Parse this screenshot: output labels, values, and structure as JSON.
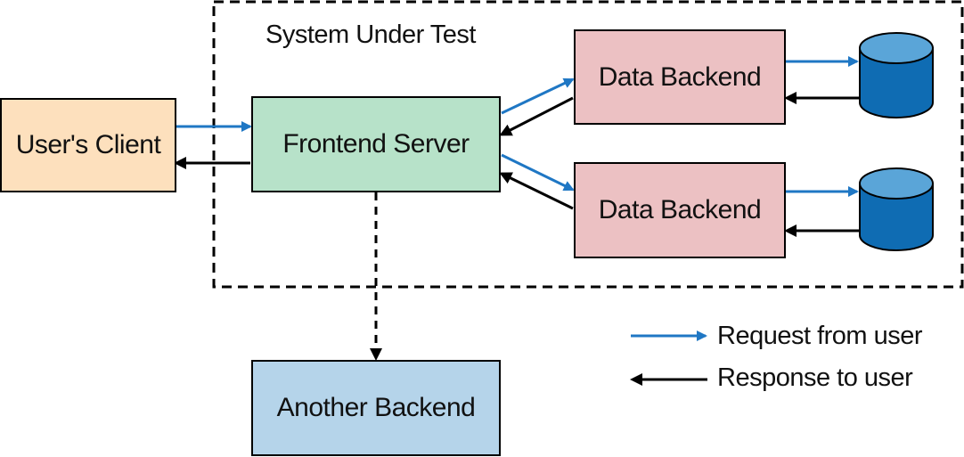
{
  "diagram": {
    "boundary_label": "System Under Test",
    "nodes": {
      "users_client": "User's Client",
      "frontend_server": "Frontend Server",
      "data_backend_top": "Data Backend",
      "data_backend_bottom": "Data Backend",
      "another_backend": "Another Backend"
    }
  },
  "legend": {
    "request_label": "Request from user",
    "response_label": "Response to user"
  },
  "colors": {
    "request_arrow": "#1f77c4",
    "response_arrow": "#000000",
    "client_fill": "#fde0bd",
    "frontend_fill": "#b7e2c9",
    "data_backend_fill": "#ecc1c3",
    "another_backend_fill": "#b5d4ea",
    "database_top": "#5aa5d8",
    "database_body": "#0f6cb3"
  }
}
